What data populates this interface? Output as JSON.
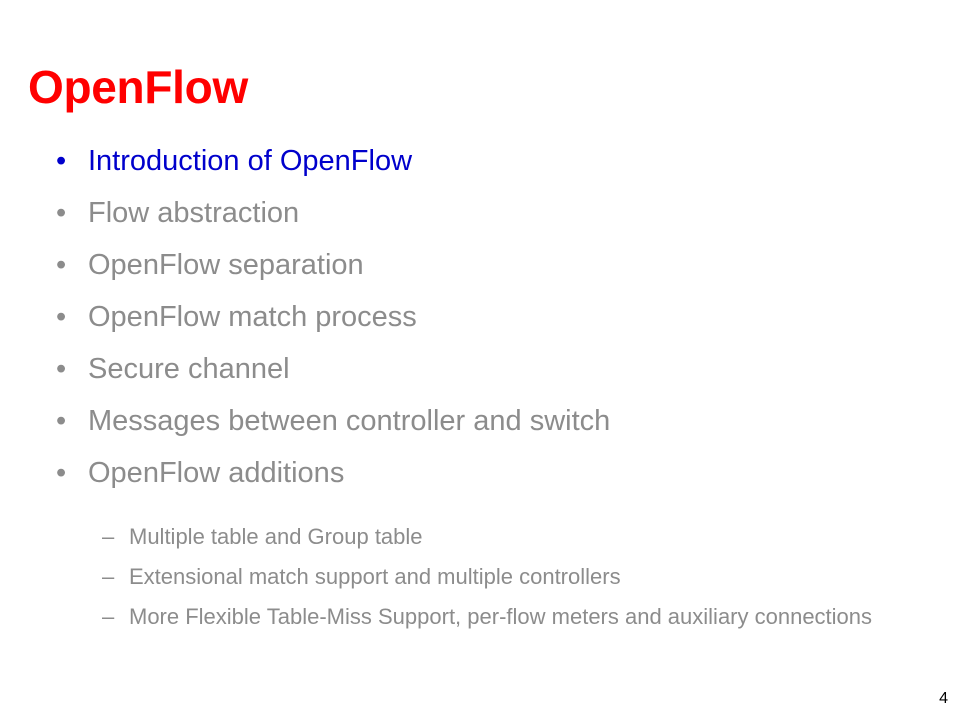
{
  "slide": {
    "title": "OpenFlow",
    "bullets": [
      {
        "marker": "•",
        "text": "Introduction of OpenFlow"
      },
      {
        "marker": "•",
        "text": "Flow abstraction"
      },
      {
        "marker": "•",
        "text": "OpenFlow separation"
      },
      {
        "marker": "•",
        "text": "OpenFlow match process"
      },
      {
        "marker": "•",
        "text": "Secure channel"
      },
      {
        "marker": "•",
        "text": "Messages between controller and switch"
      },
      {
        "marker": "•",
        "text": "OpenFlow additions"
      }
    ],
    "sub_bullets": [
      {
        "marker": "–",
        "text": "Multiple table and Group table"
      },
      {
        "marker": "–",
        "text": "Extensional match support and multiple controllers"
      },
      {
        "marker": "–",
        "text": "More Flexible Table-Miss Support, per-flow meters and auxiliary connections"
      }
    ],
    "page_number": "4"
  },
  "colors": {
    "title": "#ff0000",
    "active_bullet": "#0000cc",
    "inactive_bullet": "#8c8c8c",
    "page_number": "#000000"
  }
}
